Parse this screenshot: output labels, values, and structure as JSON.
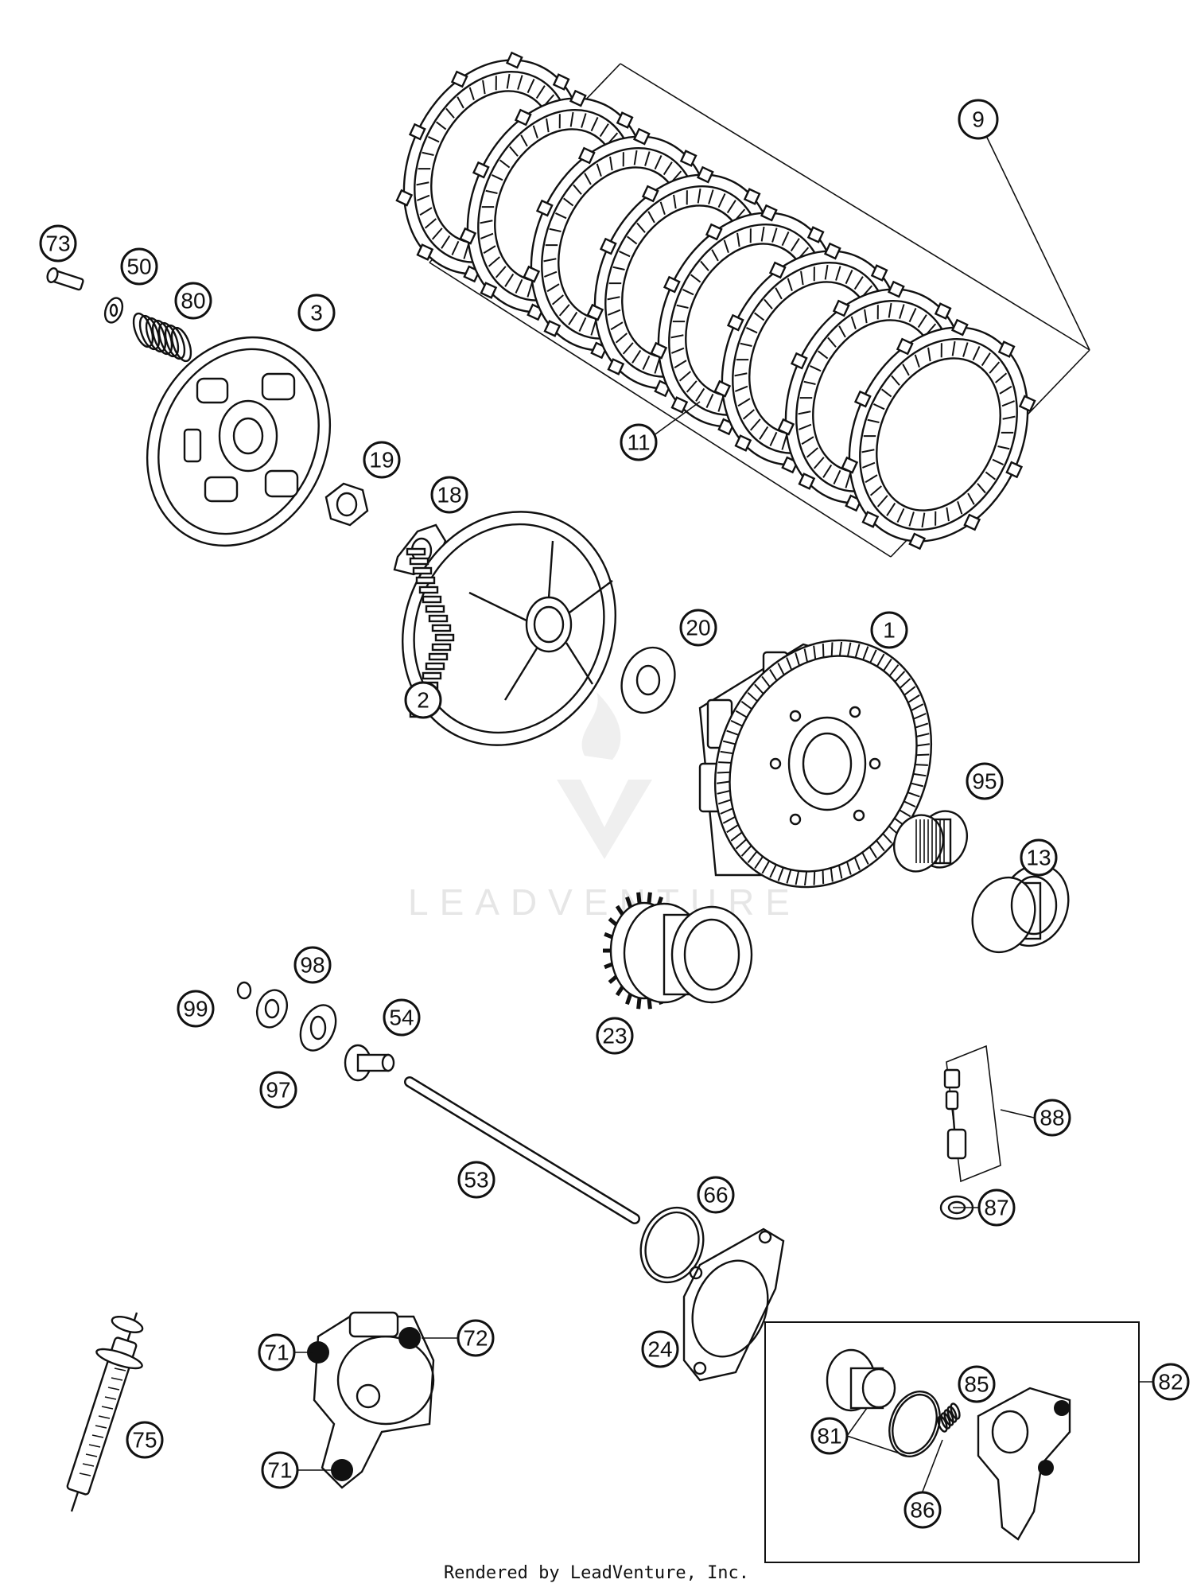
{
  "footer": "Rendered by LeadVenture, Inc.",
  "watermark": "LEADVENTURE",
  "callouts": {
    "c1": "1",
    "c2": "2",
    "c3": "3",
    "c9": "9",
    "c11": "11",
    "c13": "13",
    "c18": "18",
    "c19": "19",
    "c20": "20",
    "c23": "23",
    "c24": "24",
    "c50": "50",
    "c53": "53",
    "c54": "54",
    "c66": "66",
    "c71a": "71",
    "c71b": "71",
    "c72": "72",
    "c73": "73",
    "c75": "75",
    "c80": "80",
    "c81": "81",
    "c82": "82",
    "c85": "85",
    "c86": "86",
    "c87": "87",
    "c88": "88",
    "c95": "95",
    "c97": "97",
    "c98": "98",
    "c99": "99"
  },
  "colors": {
    "line": "#111111",
    "background": "#ffffff",
    "watermark": "#e6e6e6"
  }
}
